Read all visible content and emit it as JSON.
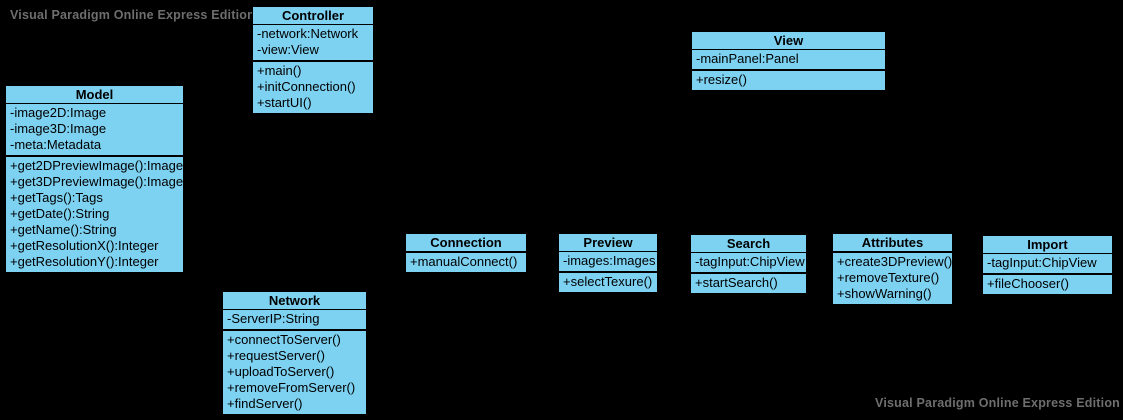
{
  "app": {
    "watermark": "Visual Paradigm Online Express Edition"
  },
  "colors": {
    "background": "#000000",
    "class_fill": "#7dd1f1",
    "class_border": "#000000",
    "class_text": "#000000",
    "watermark_text": "#6e6e6e"
  },
  "diagram": {
    "type": "uml-class-diagram"
  },
  "classes": [
    {
      "name": "Controller",
      "attributes": [
        "-network:Network",
        "-view:View"
      ],
      "methods": [
        "+main()",
        "+initConnection()",
        "+startUI()"
      ]
    },
    {
      "name": "View",
      "attributes": [
        "-mainPanel:Panel"
      ],
      "methods": [
        "+resize()"
      ]
    },
    {
      "name": "Model",
      "attributes": [
        "-image2D:Image",
        "-image3D:Image",
        "-meta:Metadata"
      ],
      "methods": [
        "+get2DPreviewImage():Image",
        "+get3DPreviewImage():Image",
        "+getTags():Tags",
        "+getDate():String",
        "+getName():String",
        "+getResolutionX():Integer",
        "+getResolutionY():Integer"
      ]
    },
    {
      "name": "Connection",
      "attributes": [],
      "methods": [
        "+manualConnect()"
      ]
    },
    {
      "name": "Preview",
      "attributes": [
        "-images:Images"
      ],
      "methods": [
        "+selectTexure()"
      ]
    },
    {
      "name": "Search",
      "attributes": [
        "-tagInput:ChipView"
      ],
      "methods": [
        "+startSearch()"
      ]
    },
    {
      "name": "Attributes",
      "attributes": [],
      "methods": [
        "+create3DPreview()",
        "+removeTexture()",
        "+showWarning()"
      ]
    },
    {
      "name": "Import",
      "attributes": [
        "-tagInput:ChipView"
      ],
      "methods": [
        "+fileChooser()"
      ]
    },
    {
      "name": "Network",
      "attributes": [
        "-ServerIP:String"
      ],
      "methods": [
        "+connectToServer()",
        "+requestServer()",
        "+uploadToServer()",
        "+removeFromServer()",
        "+findServer()"
      ]
    }
  ]
}
